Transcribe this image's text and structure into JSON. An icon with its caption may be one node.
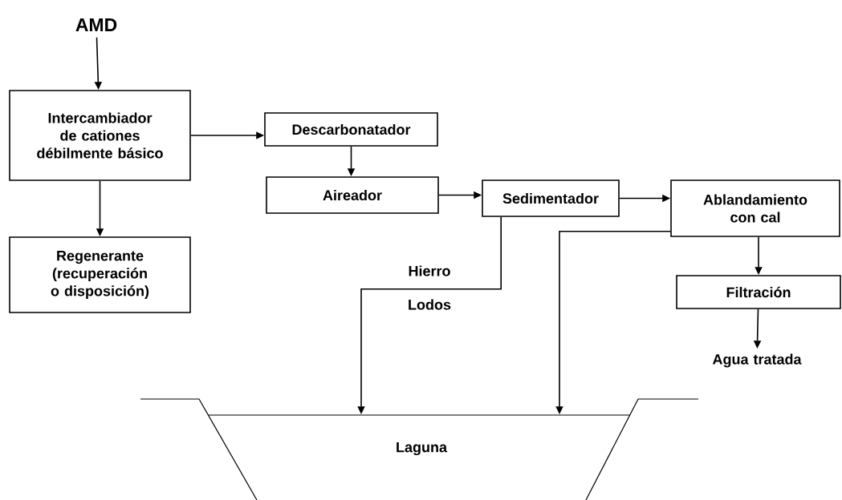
{
  "diagram": {
    "nodes": [
      {
        "text": [
          "AMD"
        ]
      },
      {
        "text": [
          "Intercambiador de cationes débilmente básico"
        ]
      },
      {
        "text": [
          "Regenerante (recuperación o disposición)"
        ]
      },
      {
        "text": [
          "Descarbonatador"
        ]
      },
      {
        "text": [
          "Aireador"
        ]
      },
      {
        "text": [
          "Sedimentador"
        ]
      },
      {
        "text": [
          "Ablandamiento con cal"
        ]
      },
      {
        "text": [
          "Filtración"
        ]
      },
      {
        "text": [
          "Agua tratada"
        ]
      },
      {
        "text": [
          "Laguna"
        ]
      }
    ],
    "edges": [
      {
        "from": 0,
        "to": 1,
        "arrow": "to"
      },
      {
        "from": 1,
        "to": 2,
        "arrow": "to"
      },
      {
        "from": 1,
        "to": 3,
        "arrow": "to"
      },
      {
        "from": 3,
        "to": 4,
        "arrow": "to"
      },
      {
        "from": 4,
        "to": 5,
        "arrow": "to"
      },
      {
        "from": 5,
        "to": 6,
        "arrow": "to"
      },
      {
        "from": 5,
        "to": 9,
        "arrow": "to"
      },
      {
        "from": 6,
        "to": 9,
        "arrow": "to"
      },
      {
        "from": 6,
        "to": 7,
        "arrow": "to"
      },
      {
        "from": 7,
        "to": 8,
        "arrow": "to"
      }
    ],
    "labels": [
      "Hierro",
      "Lodos"
    ]
  }
}
